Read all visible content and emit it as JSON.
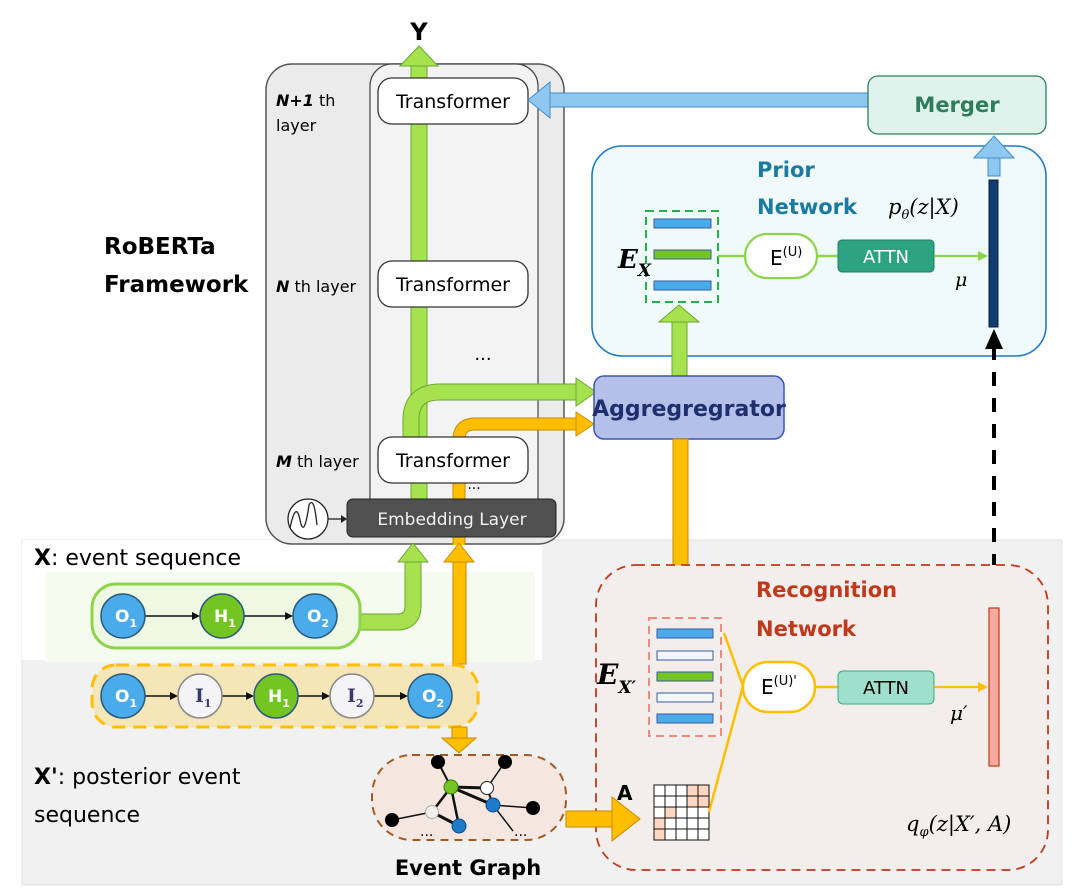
{
  "title": "RoBERTa-based event prediction with prior and recognition networks",
  "roberta": {
    "framework_label_line1": "RoBERTa",
    "framework_label_line2": "Framework",
    "output_label": "Y",
    "layers": [
      {
        "prefix": "N+1",
        "suffix": " th",
        "suffix2": "layer",
        "block": "Transformer"
      },
      {
        "prefix": "N",
        "suffix": " th layer",
        "block": "Transformer"
      },
      {
        "prefix": "M",
        "suffix": " th layer",
        "block": "Transformer"
      }
    ],
    "ellipsis_mid": "...",
    "ellipsis_low": "...",
    "embedding_layer": "Embedding Layer",
    "positional_icon": "sine-wave-icon"
  },
  "merger": {
    "label": "Merger"
  },
  "aggregator": {
    "label": "Aggregregrator"
  },
  "prior_network": {
    "title_line1": "Prior",
    "title_line2": "Network",
    "embedding_label": "E",
    "embedding_sub": "X",
    "encoder_label": "E",
    "encoder_sup": "(U)",
    "attn_label": "ATTN",
    "mu_label": "μ",
    "dist_label": "p",
    "dist_sub": "θ",
    "dist_args": "(z|X)"
  },
  "recognition_network": {
    "title_line1": "Recognition",
    "title_line2": "Network",
    "embedding_label": "E",
    "embedding_sub": "X′",
    "encoder_label": "E",
    "encoder_sup": "(U)'",
    "attn_label": "ATTN",
    "mu_label": "μ′",
    "adjacency_label": "A",
    "dist_label": "q",
    "dist_sub": "φ",
    "dist_args": "(z|X′, A)"
  },
  "event_sequence": {
    "label_bold": "X",
    "label_rest": ": event sequence",
    "nodes": [
      {
        "letter": "O",
        "sub": "1",
        "kind": "observed"
      },
      {
        "letter": "H",
        "sub": "1",
        "kind": "hypothesis"
      },
      {
        "letter": "O",
        "sub": "2",
        "kind": "observed"
      }
    ]
  },
  "posterior_sequence": {
    "label_bold": "X'",
    "label_rest": ": posterior event",
    "label_line2": "sequence",
    "nodes": [
      {
        "letter": "O",
        "sub": "1",
        "kind": "observed"
      },
      {
        "letter": "I",
        "sub": "1",
        "kind": "intermediate"
      },
      {
        "letter": "H",
        "sub": "1",
        "kind": "hypothesis"
      },
      {
        "letter": "I",
        "sub": "2",
        "kind": "intermediate"
      },
      {
        "letter": "O",
        "sub": "2",
        "kind": "observed"
      }
    ]
  },
  "event_graph": {
    "label": "Event Graph",
    "ellipsis": "..."
  },
  "colors": {
    "green": "#8ed44a",
    "green_dark": "#5ea52a",
    "orange": "#ffbf00",
    "orange_dark": "#c98a00",
    "blue_arrow": "#8ec8f0",
    "prior_border": "#1f7ac8",
    "prior_title": "#1a7aa0",
    "recog_title": "#c0391b",
    "merger_text": "#2e7d5a",
    "aggregator_fill": "#b4c0e8",
    "aggregator_text": "#1e2f6e",
    "attn_prior": "#2ea383",
    "attn_recog": "#9fe0cc",
    "observed": "#4aabea",
    "hypothesis": "#72c522"
  }
}
